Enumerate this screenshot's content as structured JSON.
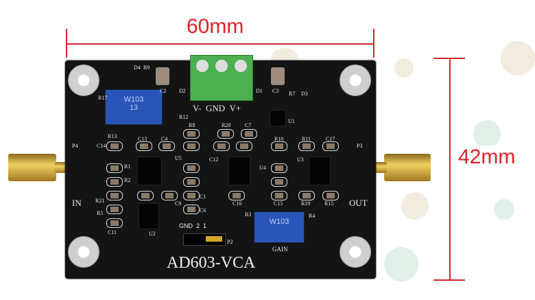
{
  "dimensions": {
    "width_label": "60mm",
    "height_label": "42mm"
  },
  "board": {
    "title": "AD603-VCA",
    "input_label": "IN",
    "output_label": "OUT",
    "power_terminal_label": "V-  GND  V+",
    "jumper_label": "GND  2  1",
    "gain_label": "GAIN",
    "pot_top": {
      "code": "W103",
      "sub": "13"
    },
    "pot_gain": {
      "code": "W103"
    },
    "silkscreen": [
      "D4",
      "R9",
      "C2",
      "D2",
      "D1",
      "C3",
      "R7",
      "D3",
      "R17",
      "R12",
      "R13",
      "U1",
      "R8",
      "R20",
      "C7",
      "R10",
      "R11",
      "C17",
      "C14",
      "C13",
      "C4",
      "U5",
      "C12",
      "U4",
      "U3",
      "P4",
      "P3",
      "R1",
      "R2",
      "R21",
      "R5",
      "C11",
      "U2",
      "C9",
      "C1",
      "C6",
      "C10",
      "C15",
      "R19",
      "R15",
      "P2",
      "R3",
      "R4"
    ]
  },
  "colors": {
    "dimension": "#d3232d",
    "board": "#141414",
    "terminal": "#4caf50",
    "pot": "#2a55b8"
  }
}
